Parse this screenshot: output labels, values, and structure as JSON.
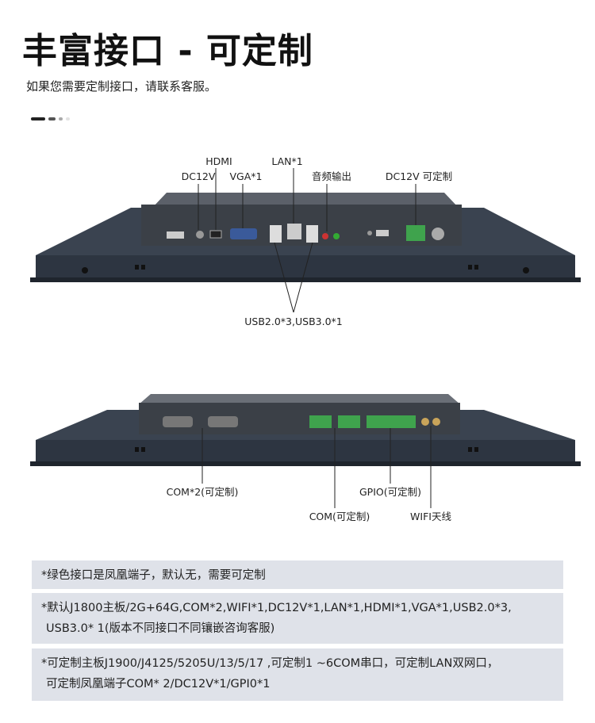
{
  "header": {
    "title": "丰富接口 - 可定制",
    "subtitle": "如果您需要定制接口，请联系客服。"
  },
  "device_top": {
    "labels": {
      "hdmi": "HDMI",
      "dc12v": "DC12V",
      "vga": "VGA*1",
      "lan": "LAN*1",
      "audio": "音频输出",
      "dc12v_custom": "DC12V 可定制",
      "usb": "USB2.0*3,USB3.0*1"
    }
  },
  "device_bottom": {
    "labels": {
      "com2": "COM*2(可定制)",
      "gpio": "GPIO(可定制)",
      "com_custom": "COM(可定制)",
      "wifi": "WIFI天线"
    }
  },
  "notes": [
    {
      "line1": "*绿色接口是凤凰端子，默认无，需要可定制"
    },
    {
      "line1": "*默认J1800主板/2G+64G,COM*2,WIFI*1,DC12V*1,LAN*1,HDMI*1,VGA*1,USB2.0*3,",
      "line2": "USB3.0* 1(版本不同接口不同镶嵌咨询客服)"
    },
    {
      "line1": "*可定制主板J1900/J4125/5205U/13/5/17 ,可定制1 ~6COM串口，可定制LAN双网口，",
      "line2": "可定制凤凰端子COM* 2/DC12V*1/GPI0*1"
    }
  ],
  "colors": {
    "bezel": "#2d3541",
    "box": "#3b4047",
    "phoenix": "#3fa34d"
  }
}
